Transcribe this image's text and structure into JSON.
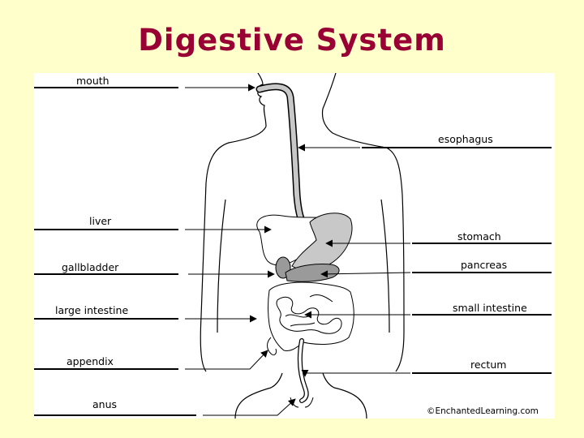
{
  "title": "Digestive System",
  "labels": {
    "mouth": "mouth",
    "esophagus": "esophagus",
    "liver": "liver",
    "stomach": "stomach",
    "gallbladder": "gallbladder",
    "pancreas": "pancreas",
    "large_intestine": "large intestine",
    "small_intestine": "small intestine",
    "appendix": "appendix",
    "rectum": "rectum",
    "anus": "anus"
  },
  "credit": "©EnchantedLearning.com",
  "colors": {
    "background": "#ffffcc",
    "title": "#990033",
    "organ_fill": "#c8c8c8",
    "organ_dark": "#9a9a9a"
  }
}
